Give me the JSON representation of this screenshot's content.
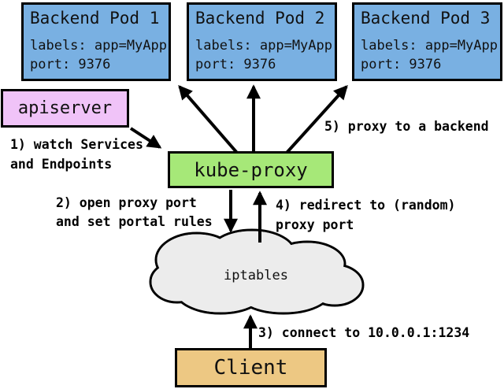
{
  "pods": [
    {
      "title": "Backend Pod 1",
      "labels_line": "labels: app=MyApp",
      "port_line": "port: 9376"
    },
    {
      "title": "Backend Pod 2",
      "labels_line": "labels: app=MyApp",
      "port_line": "port: 9376"
    },
    {
      "title": "Backend Pod 3",
      "labels_line": "labels: app=MyApp",
      "port_line": "port: 9376"
    }
  ],
  "apiserver": {
    "label": "apiserver"
  },
  "kube_proxy": {
    "label": "kube-proxy"
  },
  "cloud": {
    "label": "iptables"
  },
  "client": {
    "label": "Client"
  },
  "steps": [
    {
      "lines": [
        "1) watch Services",
        "and Endpoints"
      ]
    },
    {
      "lines": [
        "2) open proxy port",
        "and set portal rules"
      ]
    },
    {
      "lines": [
        "3) connect to 10.0.0.1:1234"
      ]
    },
    {
      "lines": [
        "4) redirect to (random)",
        "proxy port"
      ]
    },
    {
      "lines": [
        "5) proxy to a backend"
      ]
    }
  ],
  "colors": {
    "pod_fill": "#79b0e2",
    "apiserver_fill": "#f0c3f8",
    "kube_proxy_fill": "#a6e878",
    "client_fill": "#edc883",
    "cloud_fill": "#ececec",
    "border": "#000000"
  }
}
